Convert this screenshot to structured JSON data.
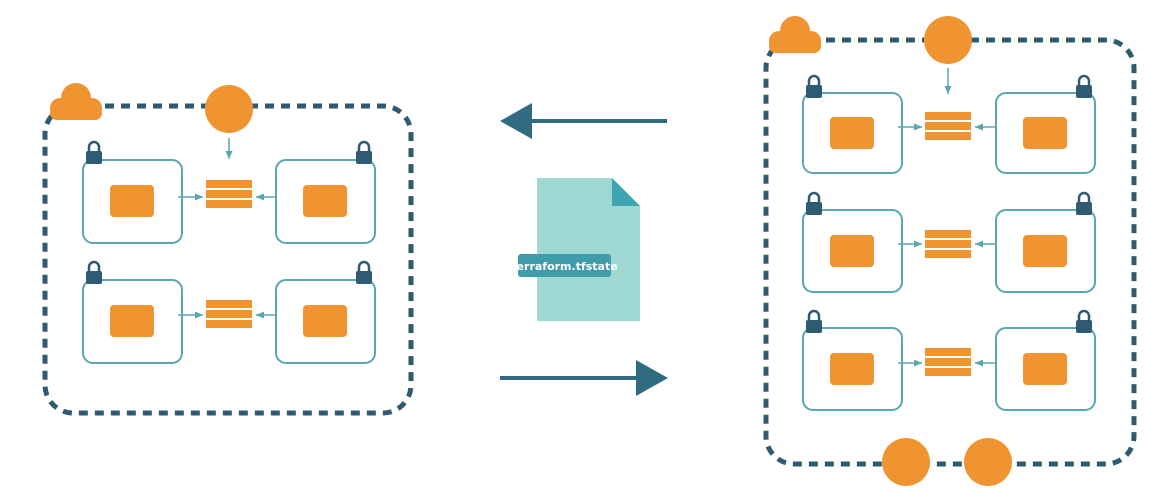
{
  "file": {
    "label": "terraform.tfstate",
    "icon": "document-icon"
  },
  "colors": {
    "dashed_border": "#2e5a72",
    "accent_orange": "#ef9430",
    "teal": "#5aa6b1",
    "document": "#9fd7d3",
    "document_fold": "#3ea5b3",
    "label_badge": "#3f9cab",
    "arrow": "#306b82"
  },
  "left_environment": {
    "icons": [
      "cloud-icon",
      "load-balancer-icon"
    ],
    "rows": [
      {
        "left_card_locked": true,
        "right_card_locked": true,
        "center": "stack-icon"
      },
      {
        "left_card_locked": true,
        "right_card_locked": true,
        "center": "stack-icon"
      }
    ]
  },
  "right_environment": {
    "icons": [
      "cloud-icon",
      "load-balancer-icon"
    ],
    "rows": [
      {
        "left_card_locked": true,
        "right_card_locked": true,
        "center": "stack-icon"
      },
      {
        "left_card_locked": true,
        "right_card_locked": true,
        "center": "stack-icon"
      },
      {
        "left_card_locked": true,
        "right_card_locked": true,
        "center": "stack-icon"
      }
    ],
    "bottom_nodes": 2
  },
  "arrows": [
    "arrow-left",
    "arrow-right"
  ]
}
